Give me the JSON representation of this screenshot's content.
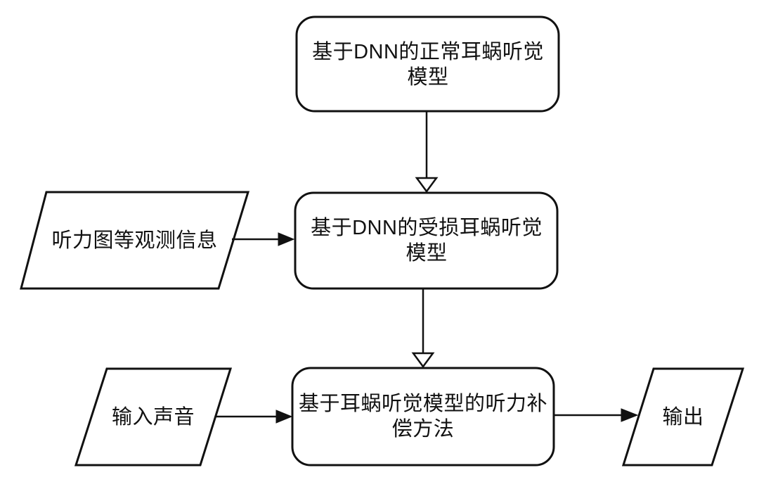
{
  "diagram": {
    "type": "flowchart",
    "background_color": "#ffffff",
    "stroke_color": "#111111",
    "text_color": "#111111",
    "nodes": {
      "normal_model": {
        "shape": "rounded-rectangle",
        "label": "基于DNN的正常耳蜗听觉\n模型"
      },
      "impaired_model": {
        "shape": "rounded-rectangle",
        "label": "基于DNN的受损耳蜗听觉\n模型"
      },
      "compensation_method": {
        "shape": "rounded-rectangle",
        "label": "基于耳蜗听觉模型的听力补\n偿方法"
      },
      "audiogram_input": {
        "shape": "parallelogram",
        "label": "听力图等观测信息"
      },
      "sound_input": {
        "shape": "parallelogram",
        "label": "输入声音"
      },
      "output": {
        "shape": "parallelogram",
        "label": "输出"
      }
    },
    "edges": [
      {
        "from": "normal_model",
        "to": "impaired_model",
        "arrowhead": "open-triangle",
        "direction": "down"
      },
      {
        "from": "audiogram_input",
        "to": "impaired_model",
        "arrowhead": "filled-triangle",
        "direction": "right"
      },
      {
        "from": "impaired_model",
        "to": "compensation_method",
        "arrowhead": "open-triangle",
        "direction": "down"
      },
      {
        "from": "sound_input",
        "to": "compensation_method",
        "arrowhead": "filled-triangle",
        "direction": "right"
      },
      {
        "from": "compensation_method",
        "to": "output",
        "arrowhead": "filled-triangle",
        "direction": "right"
      }
    ]
  }
}
